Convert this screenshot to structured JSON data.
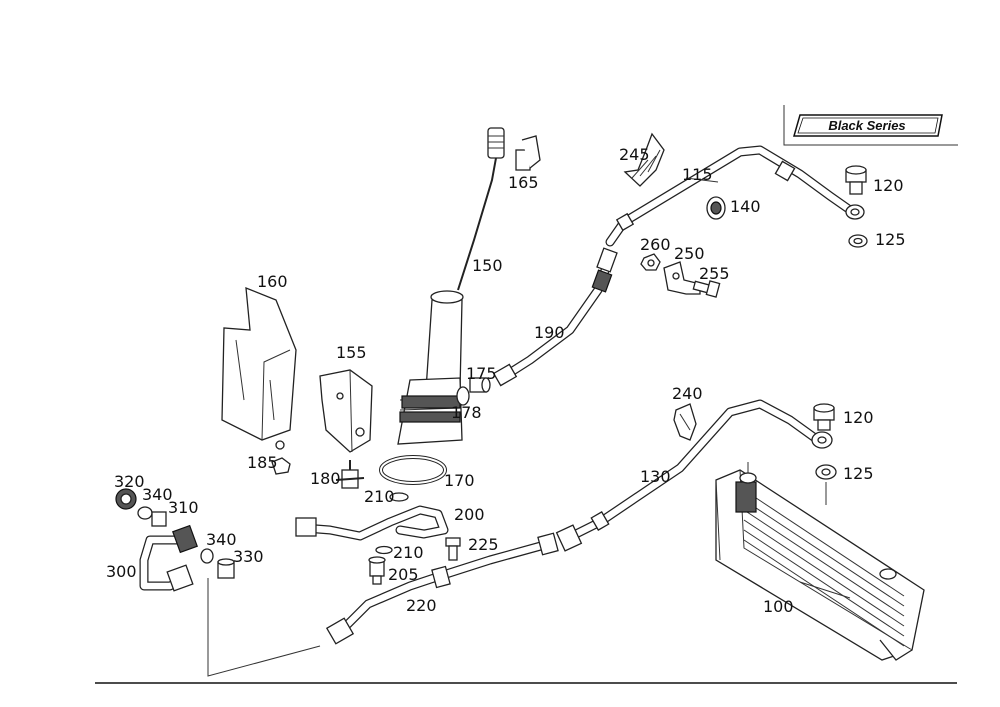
{
  "badge": {
    "label": "Black Series"
  },
  "callouts": {
    "100": "100",
    "115": "115",
    "120a": "120",
    "120b": "120",
    "125a": "125",
    "125b": "125",
    "130": "130",
    "140": "140",
    "150": "150",
    "155": "155",
    "160": "160",
    "165": "165",
    "170": "170",
    "175": "175",
    "178": "178",
    "180": "180",
    "185": "185",
    "190": "190",
    "200": "200",
    "205": "205",
    "210a": "210",
    "210b": "210",
    "220": "220",
    "225": "225",
    "240": "240",
    "245": "245",
    "250": "250",
    "255": "255",
    "260": "260",
    "300": "300",
    "310": "310",
    "320": "320",
    "330": "330",
    "340a": "340",
    "340b": "340"
  }
}
